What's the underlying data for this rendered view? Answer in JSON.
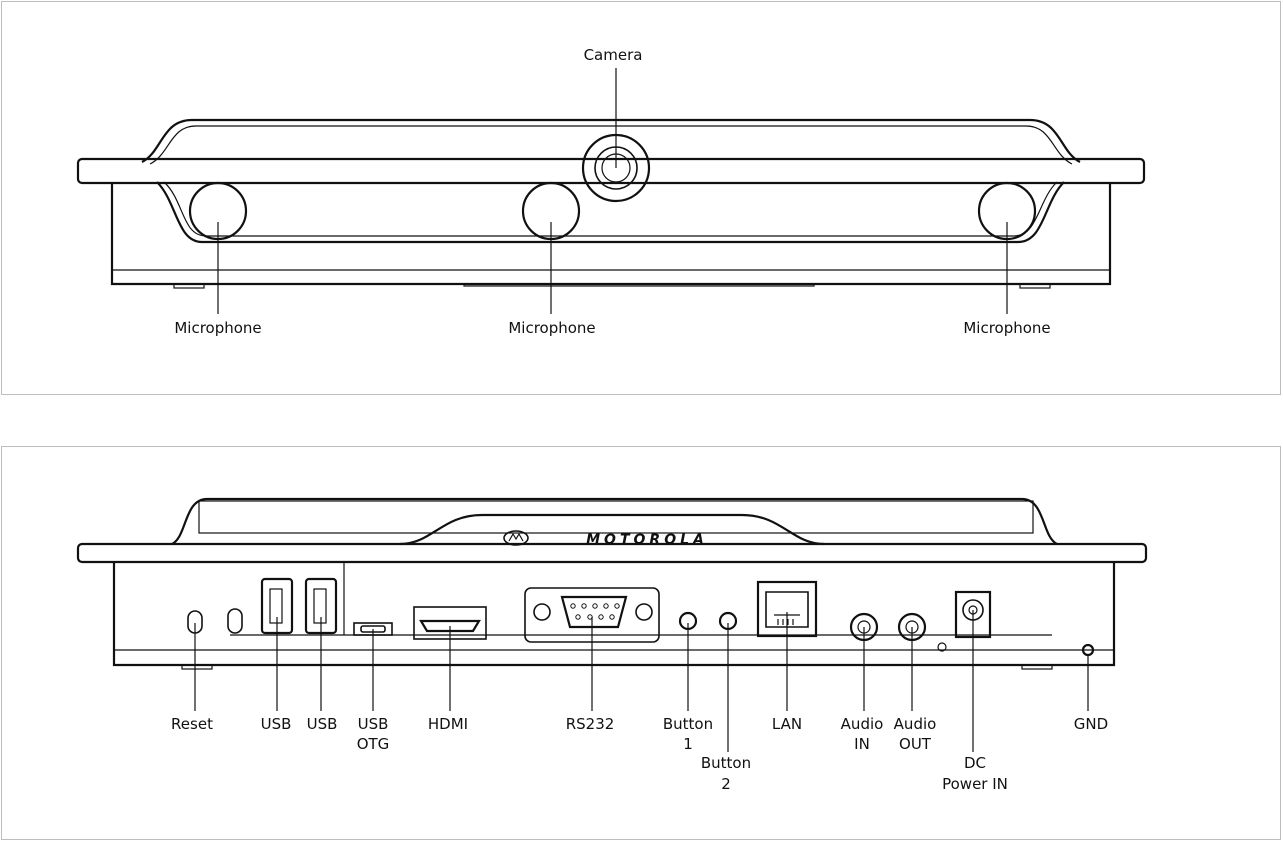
{
  "front": {
    "labels": {
      "camera": "Camera",
      "mic_left": "Microphone",
      "mic_center": "Microphone",
      "mic_right": "Microphone"
    }
  },
  "back": {
    "logo_text": "MOTOROLA",
    "labels": {
      "reset": "Reset",
      "usb1": "USB",
      "usb2": "USB",
      "usb_otg_1": "USB",
      "usb_otg_2": "OTG",
      "hdmi": "HDMI",
      "rs232": "RS232",
      "button1_1": "Button",
      "button1_2": "1",
      "button2_1": "Button",
      "button2_2": "2",
      "lan": "LAN",
      "audio_in_1": "Audio",
      "audio_in_2": "IN",
      "audio_out_1": "Audio",
      "audio_out_2": "OUT",
      "dc_1": "DC",
      "dc_2": "Power IN",
      "gnd": "GND"
    }
  }
}
